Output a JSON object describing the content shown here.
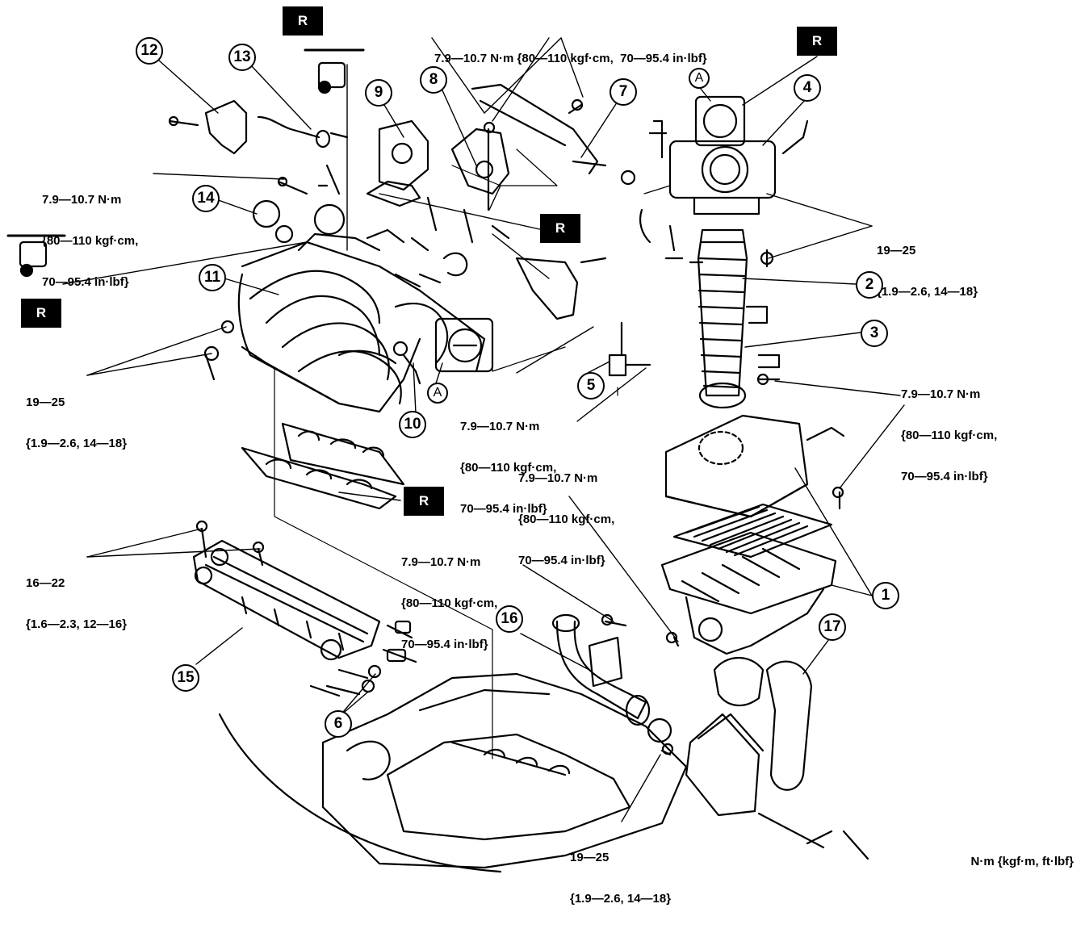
{
  "torque_specs": {
    "t_top": "7.9—10.7 N·m {80—110 kgf·cm,  70—95.4 in·lbf}",
    "t_left_upper": [
      "7.9—10.7 N·m",
      "{80—110 kgf·cm,",
      "70—95.4 in·lbf}"
    ],
    "t_left_mid": [
      "19—25",
      "{1.9—2.6, 14—18}"
    ],
    "t_right_upper": [
      "19—25",
      "{1.9—2.6, 14—18}"
    ],
    "t_right_mid": [
      "7.9—10.7 N·m",
      "{80—110 kgf·cm,",
      "70—95.4 in·lbf}"
    ],
    "t_center1": [
      "7.9—10.7 N·m",
      "{80—110 kgf·cm,",
      "70—95.4 in·lbf}"
    ],
    "t_center2": [
      "7.9—10.7 N·m",
      "{80—110 kgf·cm,",
      "70—95.4 in·lbf}"
    ],
    "t_center3": [
      "7.9—10.7 N·m",
      "{80—110 kgf·cm,",
      "70—95.4 in·lbf}"
    ],
    "t_left_lower": [
      "16—22",
      "{1.6—2.3, 12—16}"
    ],
    "t_bottom": [
      "19—25",
      "{1.9—2.6, 14—18}"
    ]
  },
  "replace_badge": "R",
  "reference_mark": "A",
  "callouts": [
    "1",
    "2",
    "3",
    "4",
    "5",
    "6",
    "7",
    "8",
    "9",
    "10",
    "11",
    "12",
    "13",
    "14",
    "15",
    "16",
    "17"
  ],
  "units": "N·m {kgf·m, ft·lbf}"
}
